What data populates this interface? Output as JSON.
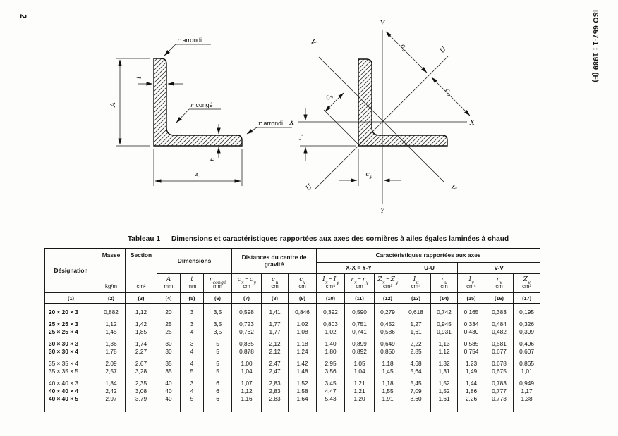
{
  "page": {
    "number": "2",
    "doc_ref": "ISO 657-1 : 1989 (F)"
  },
  "figures": {
    "left": {
      "leader_top": {
        "sym": "r",
        "word": "arrondi"
      },
      "leader_fillet": {
        "sym": "r",
        "word": "congé"
      },
      "leader_toe": {
        "sym": "r",
        "word": "arrondi"
      },
      "dim_A": "A",
      "dim_t": "t"
    },
    "right": {
      "axis_x": "X",
      "axis_y": "Y",
      "axis_u": "U",
      "axis_v": "V",
      "dim_cu": {
        "main": "c",
        "sub": "u"
      },
      "dim_cv": {
        "main": "c",
        "sub": "v"
      },
      "dim_cx": {
        "main": "c",
        "sub": "x"
      },
      "dim_cy": {
        "main": "c",
        "sub": "y"
      }
    }
  },
  "table": {
    "title": "Tableau 1 — Dimensions et caractéristiques rapportées aux axes des cornières à ailes égales laminées à chaud",
    "header": {
      "designation": "Désignation",
      "masse": "Masse",
      "masse_unit": "kg/m",
      "section": "Section",
      "section_unit": "cm²",
      "dimensions": "Dimensions",
      "distances": "Distances du centre de gravité",
      "caracteristiques": "Caractéristiques rapportées aux axes",
      "axis_xy": "X-X = Y-Y",
      "axis_uu": "U-U",
      "axis_vv": "V-V",
      "sym": {
        "c4": {
          "a": "A",
          "unit": "mm"
        },
        "c5": {
          "a": "t",
          "unit": "mm"
        },
        "c6": {
          "a": "r",
          "a_sub": "congé",
          "unit": "mm"
        },
        "c7": {
          "a": "c",
          "a_sub": "x",
          "eq": "=",
          "b": "c",
          "b_sub": "y",
          "unit": "cm"
        },
        "c8": {
          "a": "c",
          "a_sub": "u",
          "unit": "cm"
        },
        "c9": {
          "a": "c",
          "a_sub": "v",
          "unit": "cm"
        },
        "c10": {
          "a": "I",
          "a_sub": "x",
          "eq": "=",
          "b": "I",
          "b_sub": "y",
          "unit": "cm⁴"
        },
        "c11": {
          "a": "r",
          "a_sub": "x",
          "eq": "=",
          "b": "r",
          "b_sub": "y",
          "unit": "cm"
        },
        "c12": {
          "a": "Z",
          "a_sub": "x",
          "eq": "=",
          "b": "Z",
          "b_sub": "y",
          "unit": "cm³"
        },
        "c13": {
          "a": "I",
          "a_sub": "u",
          "unit": "cm⁴"
        },
        "c14": {
          "a": "r",
          "a_sub": "u",
          "unit": "cm"
        },
        "c15": {
          "a": "I",
          "a_sub": "v",
          "unit": "cm⁴"
        },
        "c16": {
          "a": "r",
          "a_sub": "v",
          "unit": "cm"
        },
        "c17": {
          "a": "Z",
          "a_sub": "v",
          "unit": "cm³"
        }
      }
    },
    "col_numbers": [
      "(1)",
      "(2)",
      "(3)",
      "(4)",
      "(5)",
      "(6)",
      "(7)",
      "(8)",
      "(9)",
      "(10)",
      "(11)",
      "(12)",
      "(13)",
      "(14)",
      "(15)",
      "(16)",
      "(17)"
    ],
    "rows": [
      {
        "designation": "20 × 20 × 3",
        "bold": true,
        "group_start": true,
        "values": [
          "0,882",
          "1,12",
          "20",
          "3",
          "3,5",
          "0,598",
          "1,41",
          "0,846",
          "0,392",
          "0,590",
          "0,279",
          "0,618",
          "0,742",
          "0,165",
          "0,383",
          "0,195"
        ]
      },
      {
        "designation": "25 × 25 × 3",
        "bold": true,
        "group_start": true,
        "values": [
          "1,12",
          "1,42",
          "25",
          "3",
          "3,5",
          "0,723",
          "1,77",
          "1,02",
          "0,803",
          "0,751",
          "0,452",
          "1,27",
          "0,945",
          "0,334",
          "0,484",
          "0,326"
        ]
      },
      {
        "designation": "25 × 25 × 4",
        "bold": true,
        "group_start": false,
        "values": [
          "1,45",
          "1,85",
          "25",
          "4",
          "3,5",
          "0,762",
          "1,77",
          "1,08",
          "1,02",
          "0,741",
          "0,586",
          "1,61",
          "0,931",
          "0,430",
          "0,482",
          "0,399"
        ]
      },
      {
        "designation": "30 × 30 × 3",
        "bold": true,
        "group_start": true,
        "values": [
          "1,36",
          "1,74",
          "30",
          "3",
          "5",
          "0,835",
          "2,12",
          "1,18",
          "1,40",
          "0,899",
          "0,649",
          "2,22",
          "1,13",
          "0,585",
          "0,581",
          "0,496"
        ]
      },
      {
        "designation": "30 × 30 × 4",
        "bold": true,
        "group_start": false,
        "values": [
          "1,78",
          "2,27",
          "30",
          "4",
          "5",
          "0,878",
          "2,12",
          "1,24",
          "1,80",
          "0,892",
          "0,850",
          "2,85",
          "1,12",
          "0,754",
          "0,677",
          "0,607"
        ]
      },
      {
        "designation": "35 × 35 × 4",
        "bold": false,
        "group_start": true,
        "values": [
          "2,09",
          "2,67",
          "35",
          "4",
          "5",
          "1,00",
          "2,47",
          "1,42",
          "2,95",
          "1,05",
          "1,18",
          "4,68",
          "1,32",
          "1,23",
          "0,678",
          "0,865"
        ]
      },
      {
        "designation": "35 × 35 × 5",
        "bold": false,
        "group_start": false,
        "values": [
          "2,57",
          "3,28",
          "35",
          "5",
          "5",
          "1,04",
          "2,47",
          "1,48",
          "3,56",
          "1,04",
          "1,45",
          "5,64",
          "1,31",
          "1,49",
          "0,675",
          "1,01"
        ]
      },
      {
        "designation": "40 × 40 × 3",
        "bold": false,
        "group_start": true,
        "values": [
          "1,84",
          "2,35",
          "40",
          "3",
          "6",
          "1,07",
          "2,83",
          "1,52",
          "3,45",
          "1,21",
          "1,18",
          "5,45",
          "1,52",
          "1,44",
          "0,783",
          "0,949"
        ]
      },
      {
        "designation": "40 × 40 × 4",
        "bold": true,
        "group_start": false,
        "values": [
          "2,42",
          "3,08",
          "40",
          "4",
          "6",
          "1,12",
          "2,83",
          "1,58",
          "4,47",
          "1,21",
          "1,55",
          "7,09",
          "1,52",
          "1,86",
          "0,777",
          "1,17"
        ]
      },
      {
        "designation": "40 × 40 × 5",
        "bold": true,
        "group_start": false,
        "values": [
          "2,97",
          "3,79",
          "40",
          "5",
          "6",
          "1,16",
          "2,83",
          "1,64",
          "5,43",
          "1,20",
          "1,91",
          "8,60",
          "1,61",
          "2,26",
          "0,773",
          "1,38"
        ]
      }
    ]
  }
}
